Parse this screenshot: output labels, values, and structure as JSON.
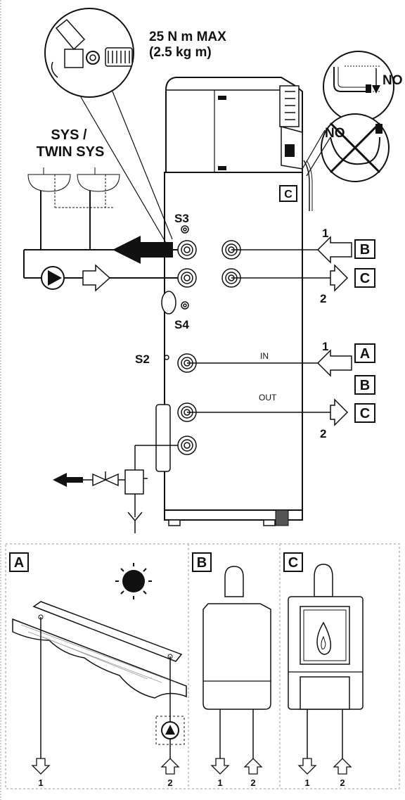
{
  "header": {
    "torque_line1": "25 N m MAX",
    "torque_line2": "(2.5 kg m)"
  },
  "system_label": {
    "line1": "SYS /",
    "line2": "TWIN SYS"
  },
  "warnings": {
    "no_top": "NO",
    "no_bottom": "NO"
  },
  "sensors": {
    "s2": "S2",
    "s3": "S3",
    "s4": "S4"
  },
  "ports": {
    "in": "IN",
    "out": "OUT"
  },
  "connection_boxes": {
    "a": "A",
    "b": "B",
    "c": "C",
    "c_tank": "C"
  },
  "port_numbers": {
    "upper_in": "1",
    "upper_out": "2",
    "lower_in": "1",
    "lower_out": "2"
  },
  "panels": [
    {
      "id": "A",
      "label": "A",
      "in_num": "1",
      "out_num": "2",
      "type": "solar-collector"
    },
    {
      "id": "B",
      "label": "B",
      "in_num": "1",
      "out_num": "2",
      "type": "boiler"
    },
    {
      "id": "C",
      "label": "C",
      "in_num": "1",
      "out_num": "2",
      "type": "stove"
    }
  ]
}
